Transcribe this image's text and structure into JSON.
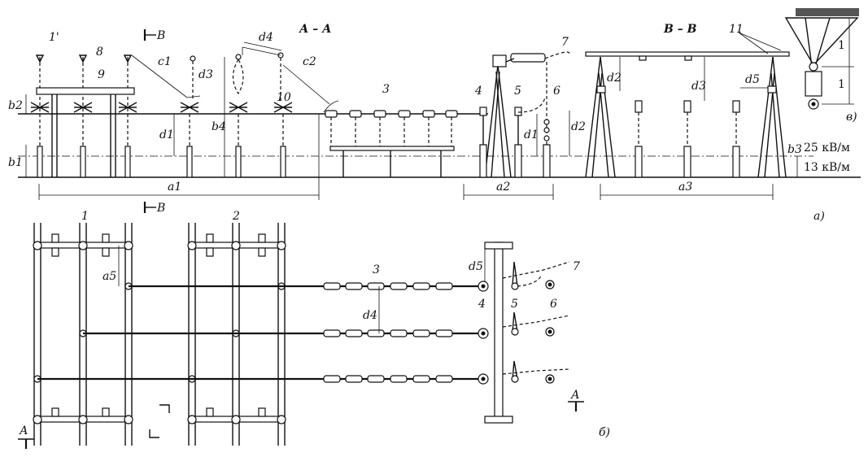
{
  "labels": {
    "section_aa": "А – А",
    "section_bb": "В – В",
    "view_a": "а)",
    "view_b": "б)",
    "view_v": "в)",
    "b_marker": "В",
    "a_marker": "А",
    "num_1_prime": "1'",
    "num_1": "1",
    "num_2": "2",
    "num_3": "3",
    "num_4": "4",
    "num_5": "5",
    "num_6": "6",
    "num_7": "7",
    "num_8": "8",
    "num_9": "9",
    "num_10": "10",
    "num_11": "11",
    "one": "1",
    "level_25": "25 кВ/м",
    "level_13": "13 кВ/м"
  },
  "dimensions": {
    "a1": "a1",
    "a2": "a2",
    "a3": "a3",
    "a5": "a5",
    "b1": "b1",
    "b2": "b2",
    "b3": "b3",
    "b4": "b4",
    "c1": "c1",
    "c2": "c2",
    "d1": "d1",
    "d2": "d2",
    "d3": "d3",
    "d4": "d4",
    "d5": "d5"
  }
}
